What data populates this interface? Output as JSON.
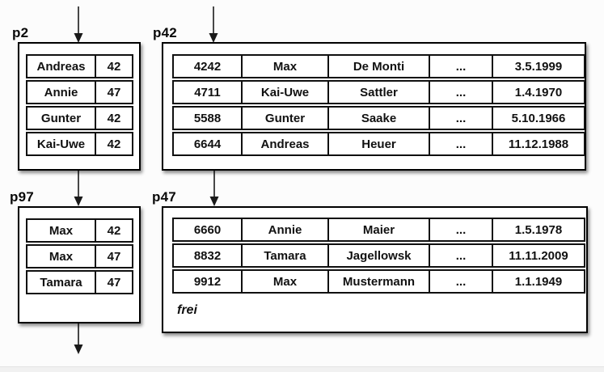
{
  "pages": {
    "p2": {
      "label": "p2",
      "entries": [
        {
          "key": "Andreas",
          "ptr": "42"
        },
        {
          "key": "Annie",
          "ptr": "47"
        },
        {
          "key": "Gunter",
          "ptr": "42"
        },
        {
          "key": "Kai-Uwe",
          "ptr": "42"
        }
      ]
    },
    "p42": {
      "label": "p42",
      "records": [
        {
          "id": "4242",
          "first_name": "Max",
          "last_name": "De Monti",
          "more": "...",
          "date": "3.5.1999"
        },
        {
          "id": "4711",
          "first_name": "Kai-Uwe",
          "last_name": "Sattler",
          "more": "...",
          "date": "1.4.1970"
        },
        {
          "id": "5588",
          "first_name": "Gunter",
          "last_name": "Saake",
          "more": "...",
          "date": "5.10.1966"
        },
        {
          "id": "6644",
          "first_name": "Andreas",
          "last_name": "Heuer",
          "more": "...",
          "date": "11.12.1988"
        }
      ]
    },
    "p97": {
      "label": "p97",
      "entries": [
        {
          "key": "Max",
          "ptr": "42"
        },
        {
          "key": "Max",
          "ptr": "47"
        },
        {
          "key": "Tamara",
          "ptr": "47"
        }
      ]
    },
    "p47": {
      "label": "p47",
      "records": [
        {
          "id": "6660",
          "first_name": "Annie",
          "last_name": "Maier",
          "more": "...",
          "date": "1.5.1978"
        },
        {
          "id": "8832",
          "first_name": "Tamara",
          "last_name": "Jagellowsk",
          "more": "...",
          "date": "11.11.2009"
        },
        {
          "id": "9912",
          "first_name": "Max",
          "last_name": "Mustermann",
          "more": "...",
          "date": "1.1.1949"
        }
      ],
      "free_label": "frei"
    }
  },
  "connections": [
    {
      "from": "external-top",
      "to": "p2"
    },
    {
      "from": "external-top",
      "to": "p42"
    },
    {
      "from": "p2",
      "to": "p97"
    },
    {
      "from": "p42",
      "to": "p47"
    },
    {
      "from": "p97",
      "to": "external-bottom"
    }
  ],
  "colors": {
    "border": "#000000",
    "box_background": "#ffffff",
    "page_background": "#fcfcfc",
    "footer_strip": "#f1f1f1",
    "arrow": "#1a1a1a"
  }
}
